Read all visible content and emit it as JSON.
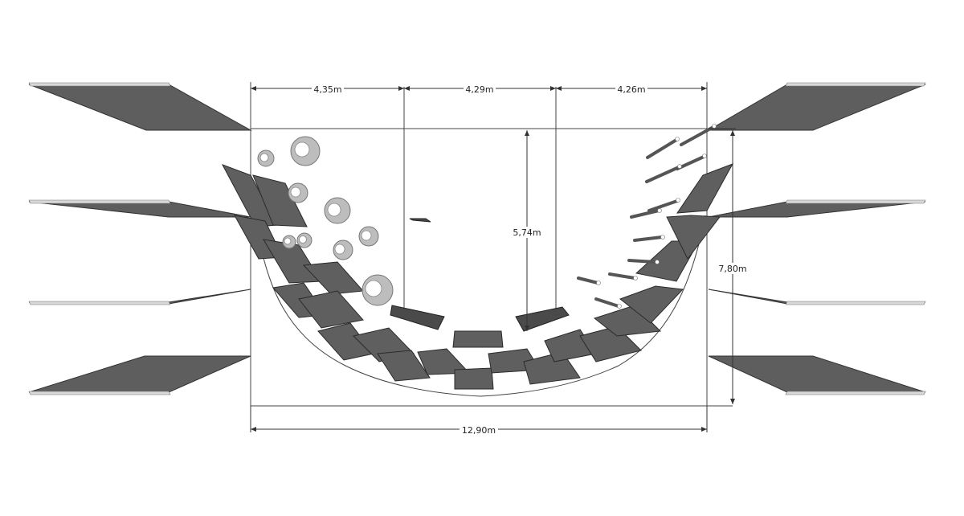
{
  "drawing": {
    "dimensions": {
      "top_left": "4,35m",
      "top_middle": "4,29m",
      "top_right": "4,26m",
      "inner_height": "5,74m",
      "total_height": "7,80m",
      "total_width": "12,90m"
    }
  },
  "colors": {
    "slab": "#5f5f5f",
    "ring": "#bdbdbd",
    "line": "#333333"
  }
}
